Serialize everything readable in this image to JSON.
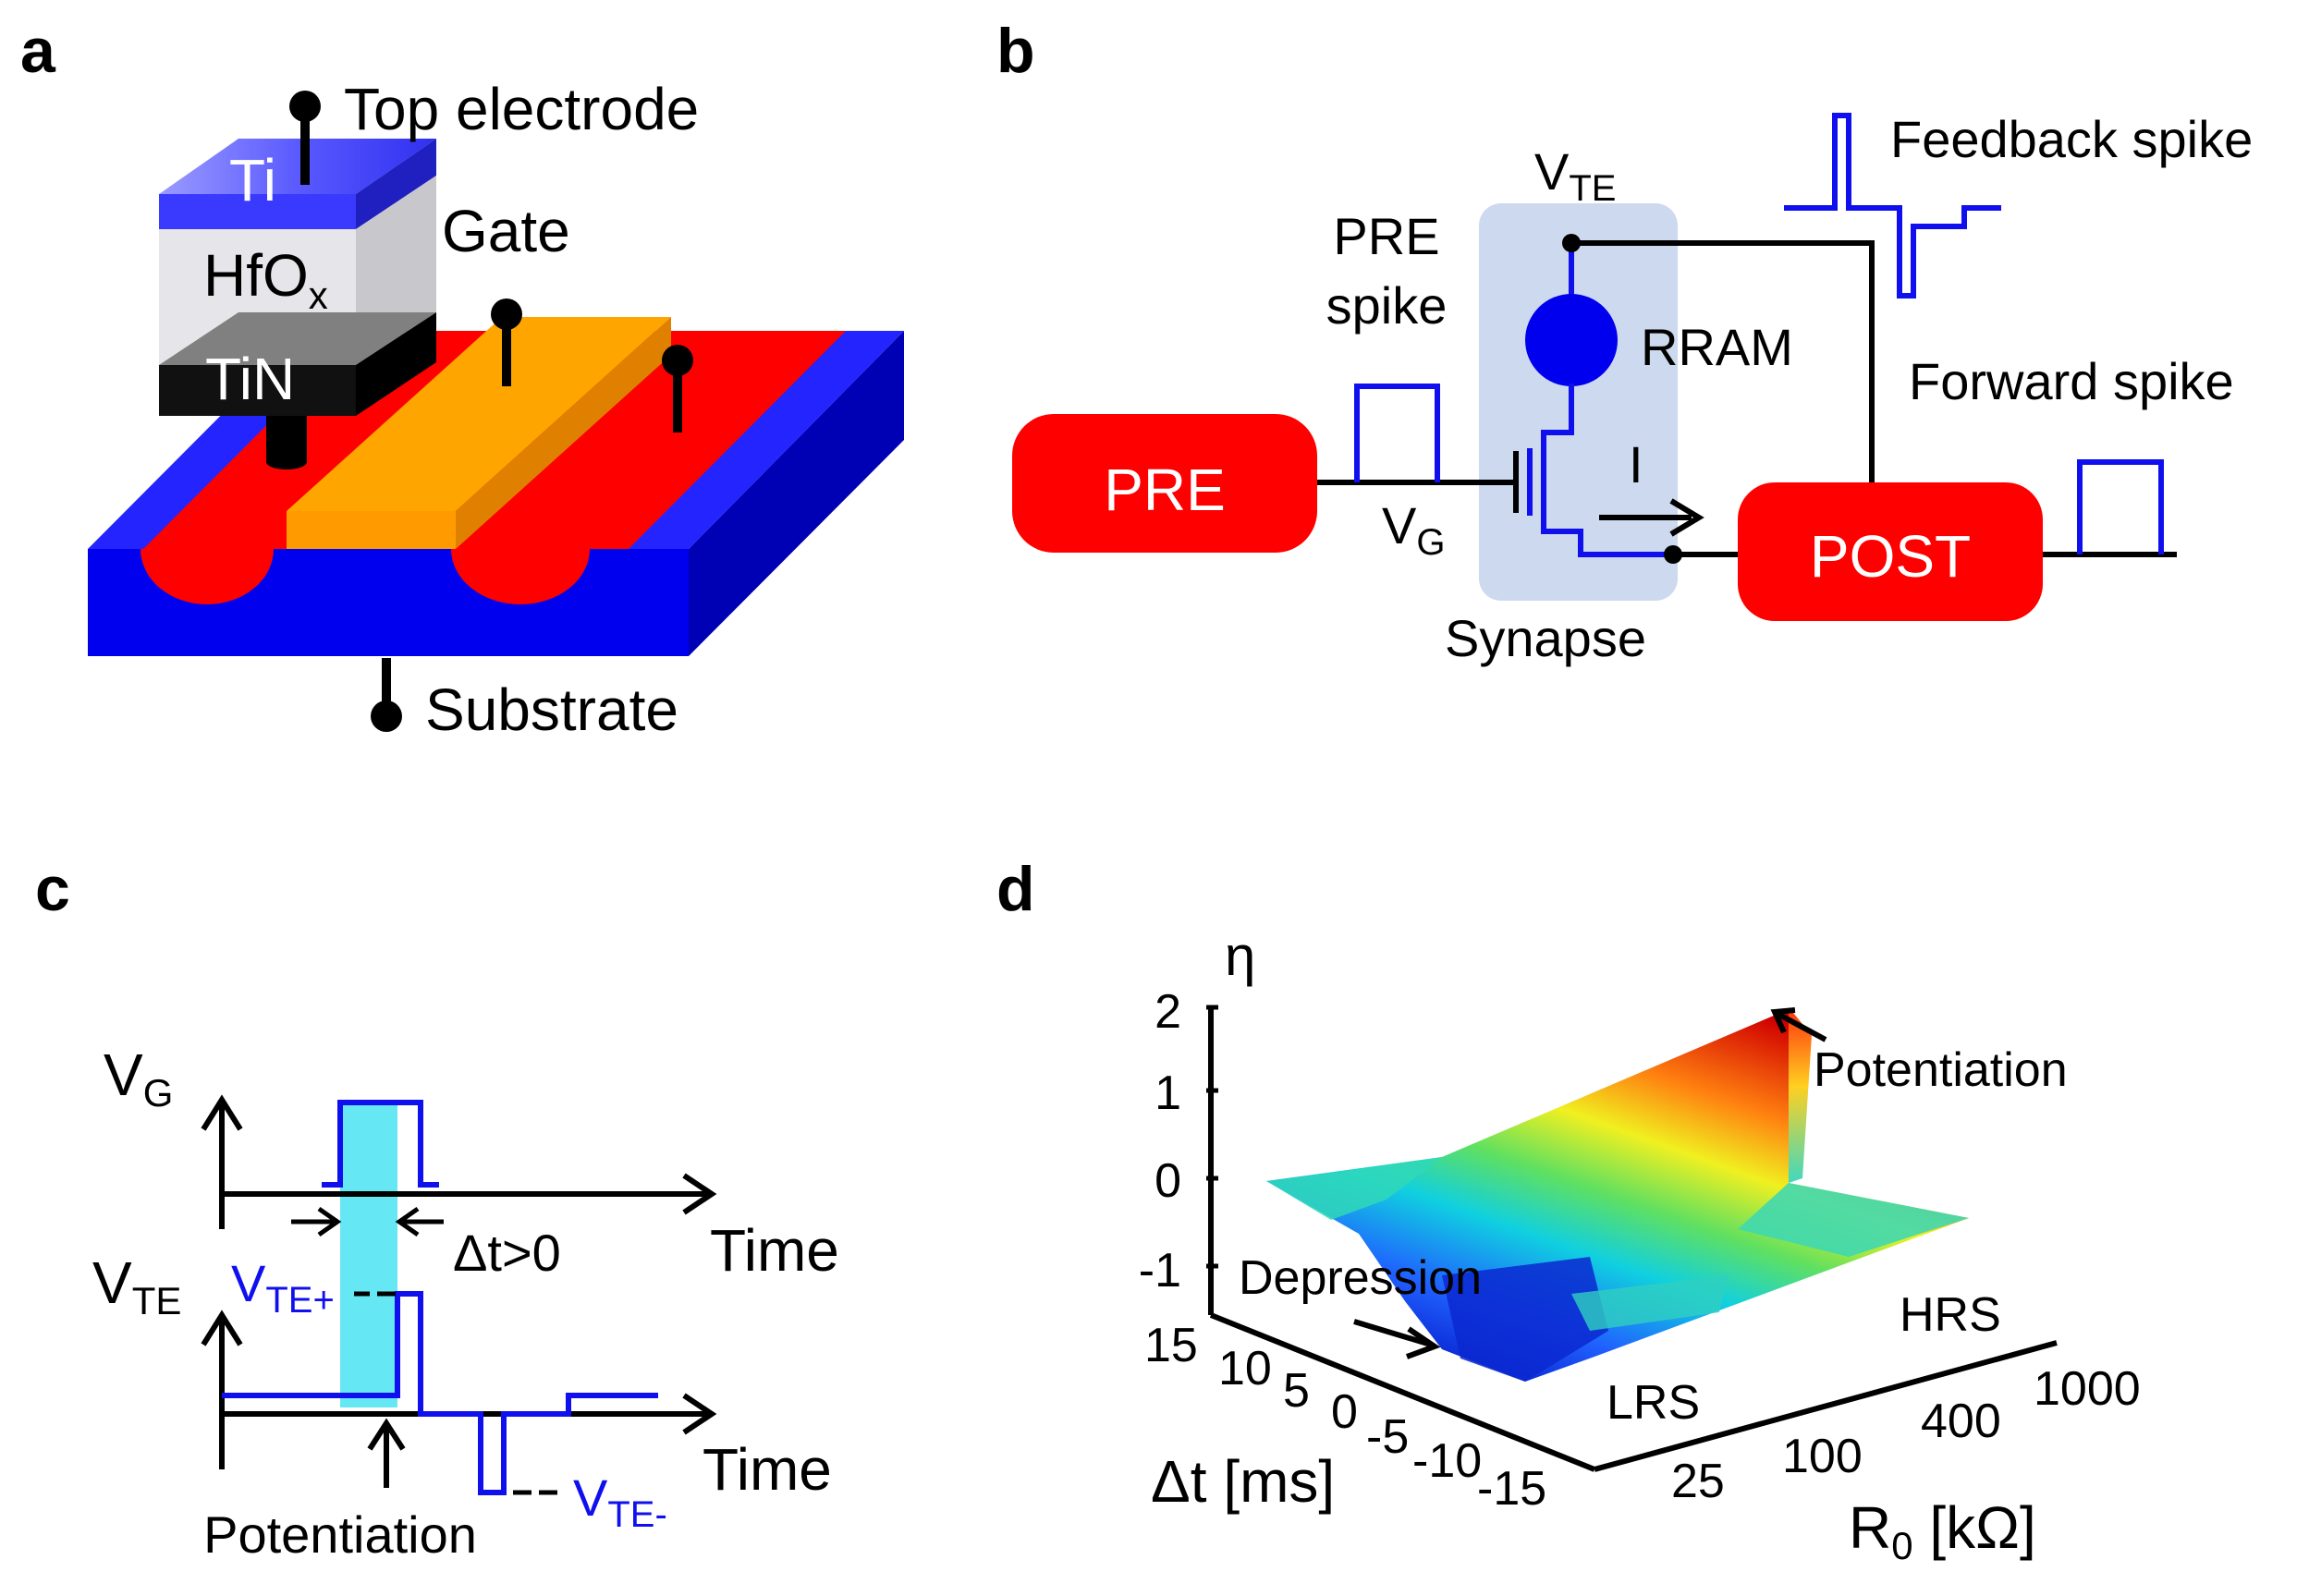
{
  "colors": {
    "blue": "#1010ee",
    "red": "#ff0000",
    "orange": "#ffa500",
    "cyan": "#66e8f4",
    "synapse_box": "#ccd9ee",
    "black": "#000000"
  },
  "panel_a": {
    "letter": "a",
    "top_electrode": "Top electrode",
    "ti": "Ti",
    "hfo": "HfO",
    "hfo_sub": "x",
    "gate": "Gate",
    "tin": "TiN",
    "substrate": "Substrate"
  },
  "panel_b": {
    "letter": "b",
    "vte": "V",
    "vte_sub": "TE",
    "pre_spike_1": "PRE",
    "pre_spike_2": "spike",
    "rram": "RRAM",
    "feedback_spike": "Feedback spike",
    "forward_spike": "Forward spike",
    "pre": "PRE",
    "post": "POST",
    "i": "I",
    "vg": "V",
    "vg_sub": "G",
    "synapse": "Synapse"
  },
  "panel_c": {
    "letter": "c",
    "vg": "V",
    "vg_sub": "G",
    "time1": "Time",
    "dt": "Δt>0",
    "vte": "V",
    "vte_sub": "TE",
    "vte_plus": "V",
    "vte_plus_sub": "TE+",
    "time2": "Time",
    "vte_minus": "V",
    "vte_minus_sub": "TE-",
    "potentiation": "Potentiation"
  },
  "panel_d": {
    "letter": "d",
    "eta": "η",
    "z_ticks": [
      "2",
      "1",
      "0",
      "-1"
    ],
    "potentiation": "Potentiation",
    "depression": "Depression",
    "hrs": "HRS",
    "lrs": "LRS",
    "dt_ticks": [
      "15",
      "10",
      "5",
      "0",
      "-5",
      "-10",
      "-15"
    ],
    "dt_label": "Δt [ms]",
    "r0_ticks": [
      "25",
      "100",
      "400",
      "1000"
    ],
    "r0_label": "R",
    "r0_sub": "0",
    "r0_unit": " [kΩ]"
  }
}
